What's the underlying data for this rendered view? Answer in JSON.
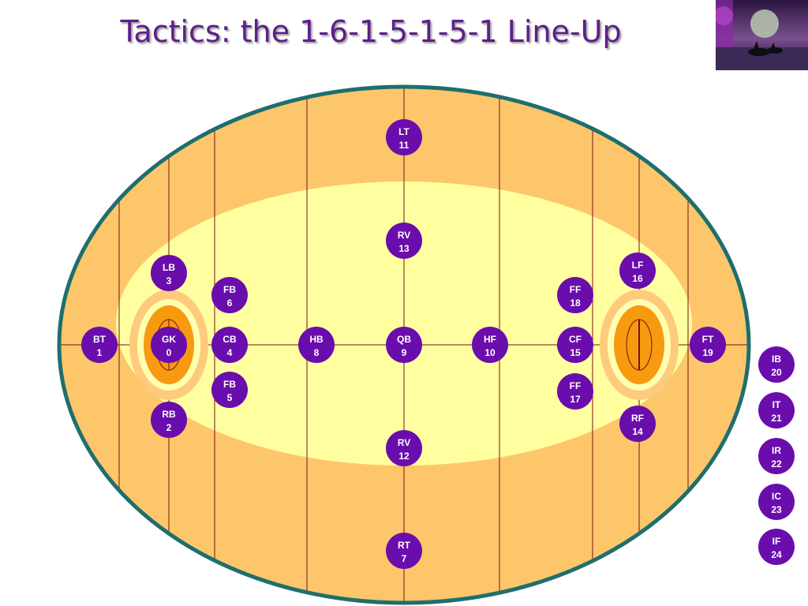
{
  "title": "Tactics: the 1-6-1-5-1-5-1 Line-Up",
  "colors": {
    "title": "#5c1f8a",
    "player": "#6a0dad",
    "field_outer": "#fec66b",
    "field_inner": "#ffffa0",
    "field_border": "#1f6e6e",
    "goal_ring_outer": "#fecb7c",
    "goal_ring_mid": "#ffffb0",
    "goal_core": "#f79a10",
    "lines": "#7a1010"
  },
  "image": {
    "name": "decorative-thumbnail",
    "description_icon": "landscape-with-orcas-icon"
  },
  "players": [
    {
      "code": "GK",
      "number": "0"
    },
    {
      "code": "BT",
      "number": "1"
    },
    {
      "code": "RB",
      "number": "2"
    },
    {
      "code": "LB",
      "number": "3"
    },
    {
      "code": "CB",
      "number": "4"
    },
    {
      "code": "FB",
      "number": "5"
    },
    {
      "code": "FB",
      "number": "6"
    },
    {
      "code": "RT",
      "number": "7"
    },
    {
      "code": "HB",
      "number": "8"
    },
    {
      "code": "QB",
      "number": "9"
    },
    {
      "code": "HF",
      "number": "10"
    },
    {
      "code": "LT",
      "number": "11"
    },
    {
      "code": "RV",
      "number": "12"
    },
    {
      "code": "RV",
      "number": "13"
    },
    {
      "code": "RF",
      "number": "14"
    },
    {
      "code": "CF",
      "number": "15"
    },
    {
      "code": "LF",
      "number": "16"
    },
    {
      "code": "FF",
      "number": "17"
    },
    {
      "code": "FF",
      "number": "18"
    },
    {
      "code": "FT",
      "number": "19"
    }
  ],
  "interchange": [
    {
      "code": "IB",
      "number": "20"
    },
    {
      "code": "IT",
      "number": "21"
    },
    {
      "code": "IR",
      "number": "22"
    },
    {
      "code": "IC",
      "number": "23"
    },
    {
      "code": "IF",
      "number": "24"
    }
  ]
}
